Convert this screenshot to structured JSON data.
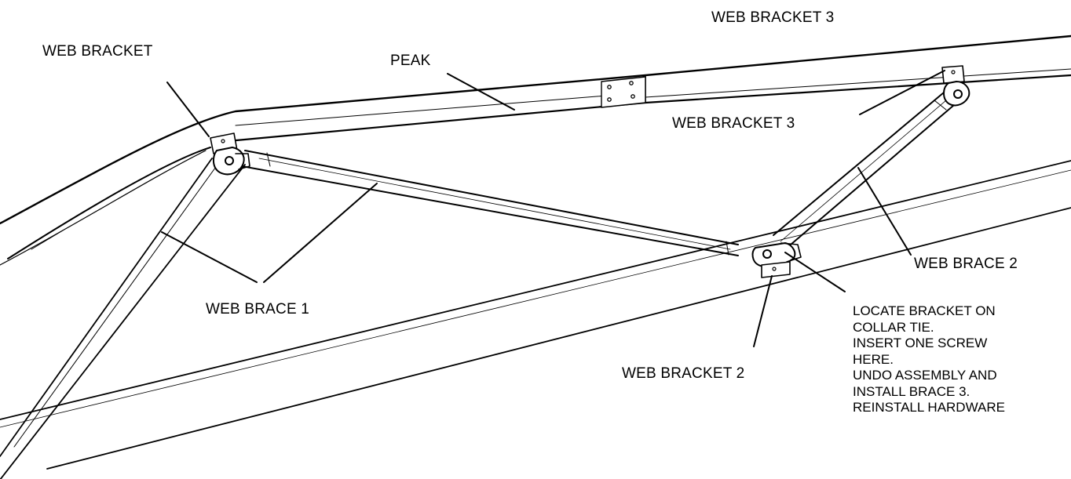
{
  "labels": {
    "web_bracket_top_left": "WEB BRACKET",
    "peak": "PEAK",
    "web_bracket_3_top": "WEB BRACKET 3",
    "web_bracket_3_mid": "WEB BRACKET 3",
    "web_brace_1": "WEB BRACE 1",
    "web_brace_2": "WEB BRACE 2",
    "web_bracket_2": "WEB BRACKET 2"
  },
  "note": {
    "lines": [
      "LOCATE BRACKET ON",
      "COLLAR TIE.",
      "INSERT ONE SCREW",
      "HERE.",
      "UNDO ASSEMBLY AND",
      "INSTALL BRACE 3.",
      "REINSTALL HARDWARE"
    ]
  },
  "colors": {
    "line": "#000000",
    "background": "#ffffff"
  }
}
